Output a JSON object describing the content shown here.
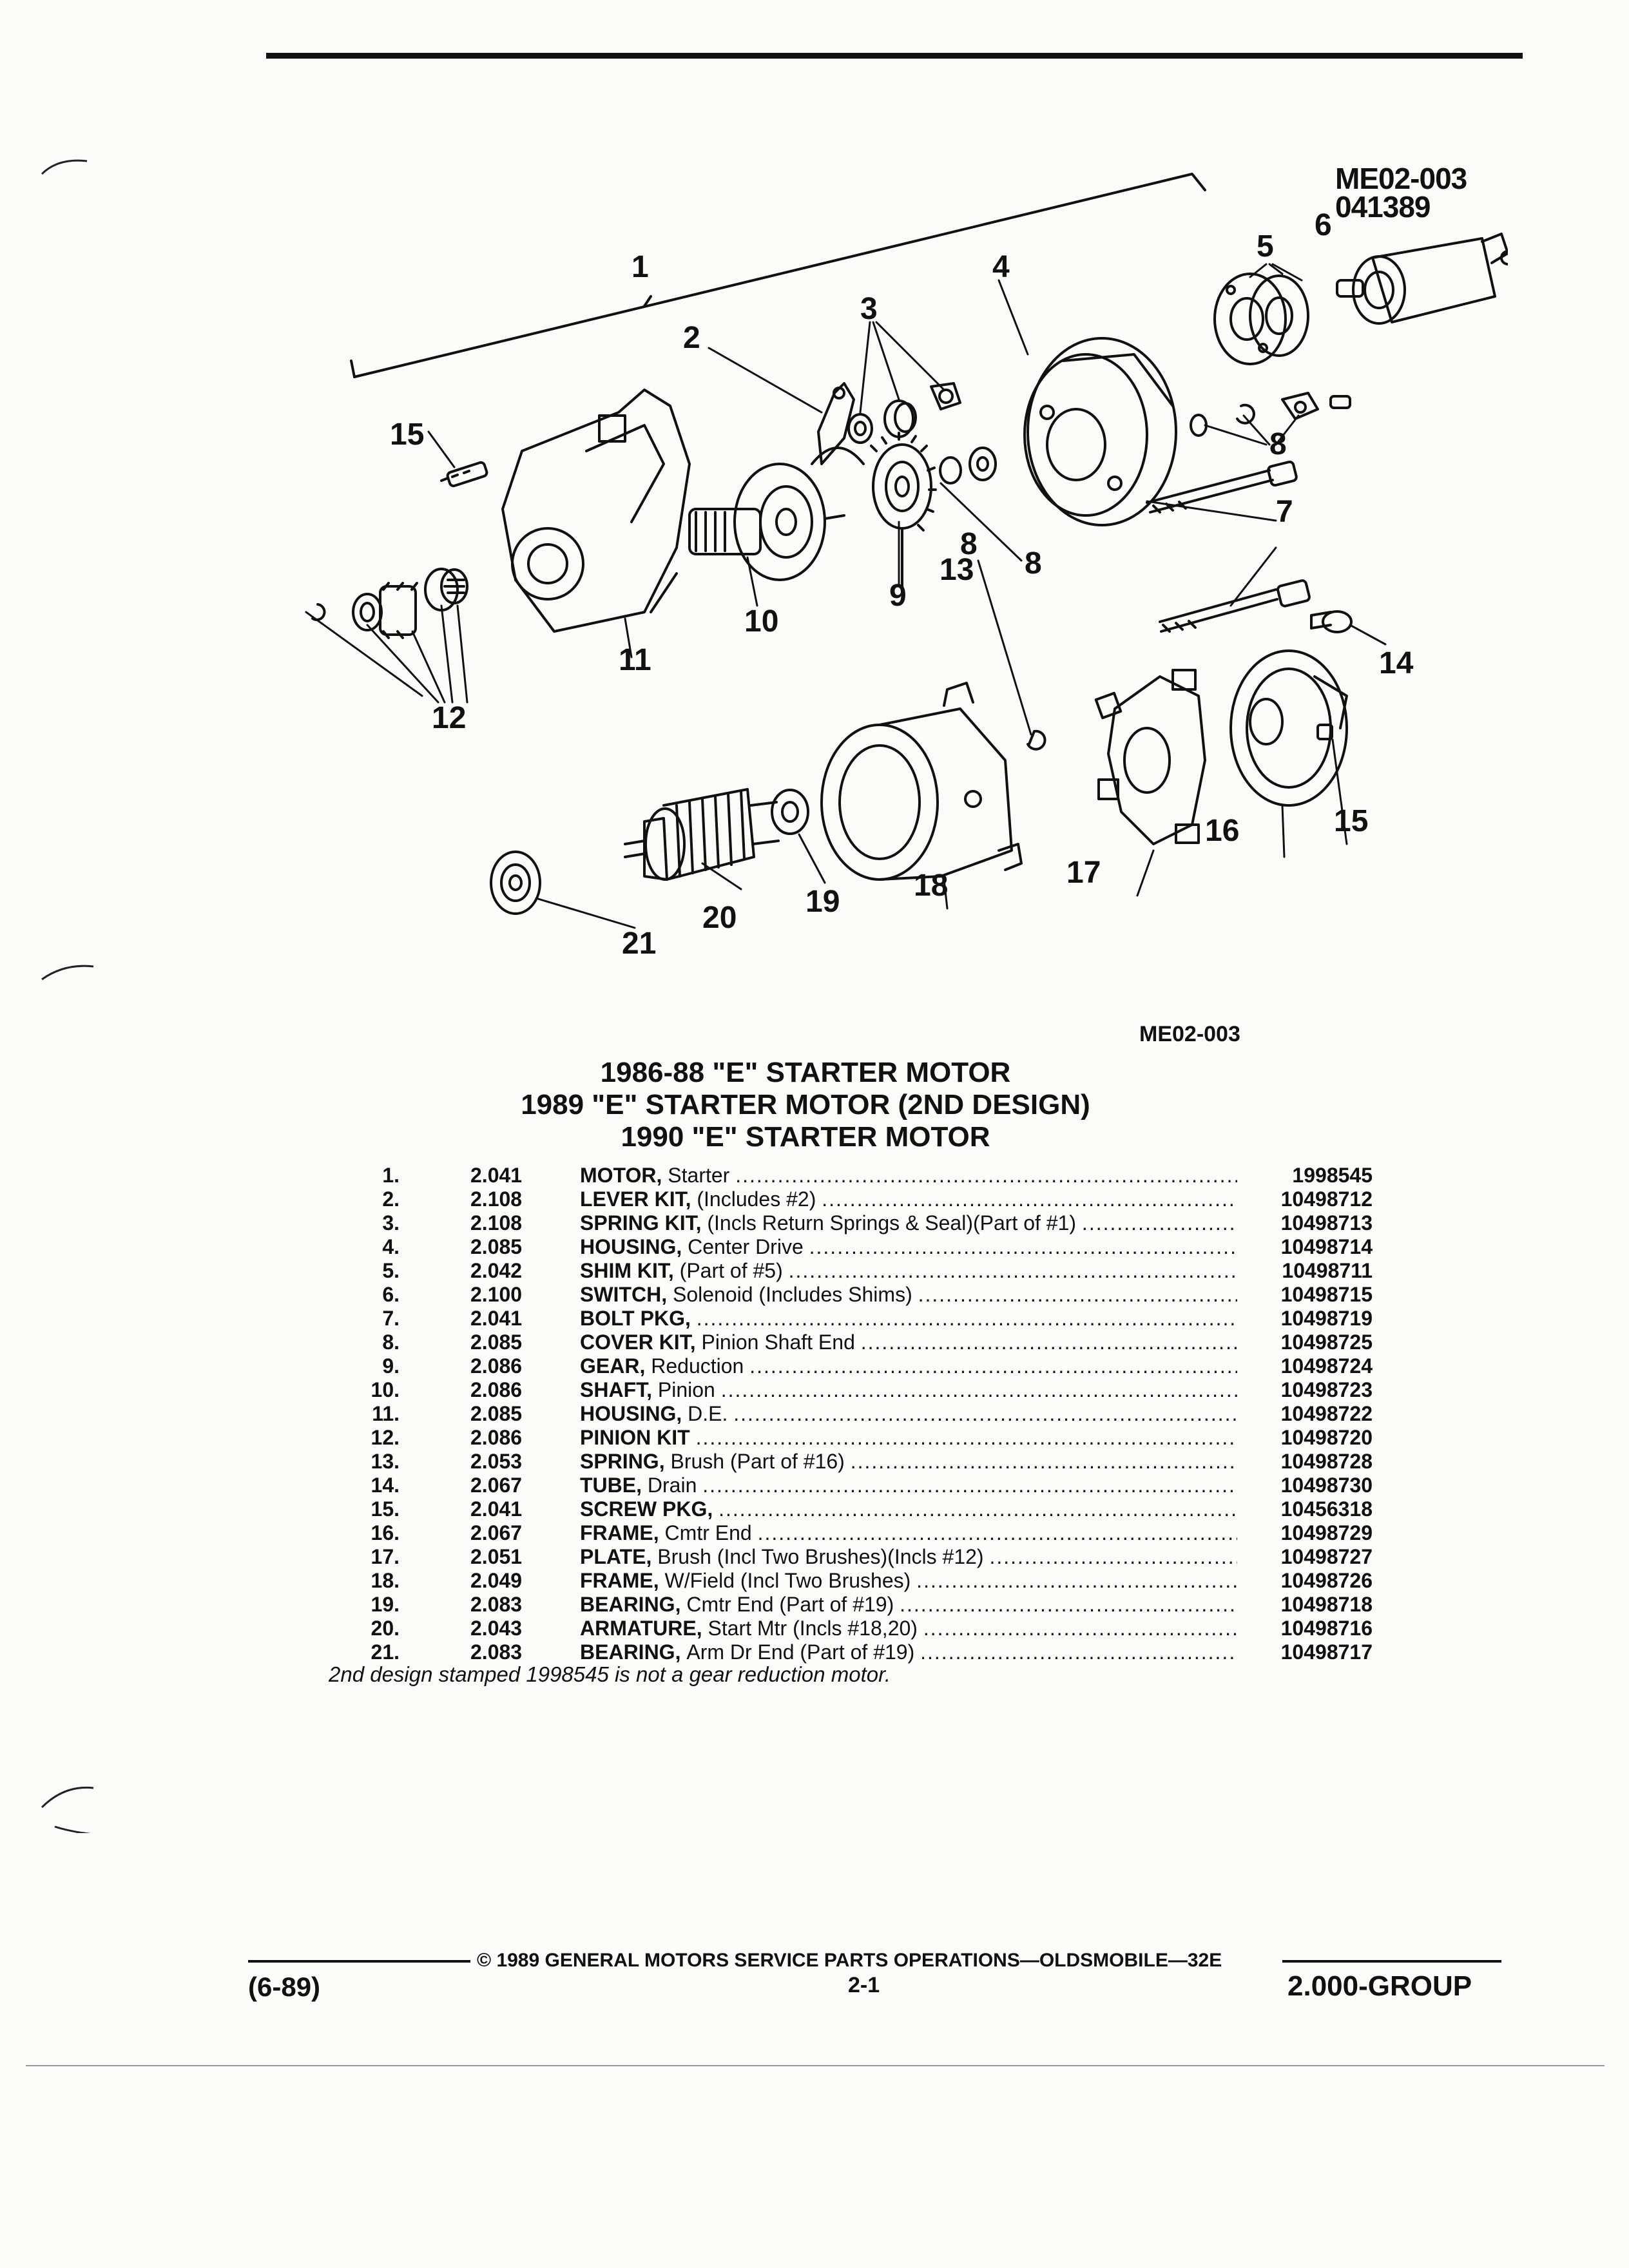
{
  "header": {
    "ref_code": "ME02-003",
    "ref_date": "041389"
  },
  "diagram": {
    "callouts": [
      "1",
      "2",
      "3",
      "4",
      "5",
      "6",
      "7",
      "8",
      "8",
      "8",
      "9",
      "10",
      "11",
      "12",
      "13",
      "14",
      "15",
      "15",
      "16",
      "17",
      "18",
      "19",
      "20",
      "21"
    ],
    "caption": "ME02-003"
  },
  "titles": [
    "1986-88 \"E\" STARTER MOTOR",
    "1989 \"E\" STARTER MOTOR (2ND DESIGN)",
    "1990 \"E\" STARTER MOTOR"
  ],
  "parts": [
    {
      "num": "1.",
      "group": "2.041",
      "label": "MOTOR,",
      "detail": "Starter",
      "part": "1998545"
    },
    {
      "num": "2.",
      "group": "2.108",
      "label": "LEVER KIT,",
      "detail": "(Includes #2)",
      "part": "10498712"
    },
    {
      "num": "3.",
      "group": "2.108",
      "label": "SPRING KIT,",
      "detail": "(Incls Return Springs & Seal)(Part of #1)",
      "part": "10498713"
    },
    {
      "num": "4.",
      "group": "2.085",
      "label": "HOUSING,",
      "detail": "Center Drive",
      "part": "10498714"
    },
    {
      "num": "5.",
      "group": "2.042",
      "label": "SHIM KIT,",
      "detail": "(Part of #5)",
      "part": "10498711"
    },
    {
      "num": "6.",
      "group": "2.100",
      "label": "SWITCH,",
      "detail": "Solenoid (Includes Shims)",
      "part": "10498715"
    },
    {
      "num": "7.",
      "group": "2.041",
      "label": "BOLT PKG,",
      "detail": "",
      "part": "10498719"
    },
    {
      "num": "8.",
      "group": "2.085",
      "label": "COVER KIT,",
      "detail": "Pinion Shaft End",
      "part": "10498725"
    },
    {
      "num": "9.",
      "group": "2.086",
      "label": "GEAR,",
      "detail": "Reduction",
      "part": "10498724"
    },
    {
      "num": "10.",
      "group": "2.086",
      "label": "SHAFT,",
      "detail": "Pinion",
      "part": "10498723"
    },
    {
      "num": "11.",
      "group": "2.085",
      "label": "HOUSING,",
      "detail": "D.E.",
      "part": "10498722"
    },
    {
      "num": "12.",
      "group": "2.086",
      "label": "PINION KIT",
      "detail": "",
      "part": "10498720"
    },
    {
      "num": "13.",
      "group": "2.053",
      "label": "SPRING,",
      "detail": "Brush (Part of #16)",
      "part": "10498728"
    },
    {
      "num": "14.",
      "group": "2.067",
      "label": "TUBE,",
      "detail": "Drain",
      "part": "10498730"
    },
    {
      "num": "15.",
      "group": "2.041",
      "label": "SCREW PKG,",
      "detail": "",
      "part": "10456318"
    },
    {
      "num": "16.",
      "group": "2.067",
      "label": "FRAME,",
      "detail": "Cmtr End",
      "part": "10498729"
    },
    {
      "num": "17.",
      "group": "2.051",
      "label": "PLATE,",
      "detail": "Brush (Incl Two Brushes)(Incls #12)",
      "part": "10498727"
    },
    {
      "num": "18.",
      "group": "2.049",
      "label": "FRAME,",
      "detail": "W/Field (Incl Two Brushes)",
      "part": "10498726"
    },
    {
      "num": "19.",
      "group": "2.083",
      "label": "BEARING,",
      "detail": "Cmtr End (Part of #19)",
      "part": "10498718"
    },
    {
      "num": "20.",
      "group": "2.043",
      "label": "ARMATURE,",
      "detail": "Start Mtr (Incls #18,20)",
      "part": "10498716"
    },
    {
      "num": "21.",
      "group": "2.083",
      "label": "BEARING,",
      "detail": "Arm Dr End (Part of #19)",
      "part": "10498717"
    }
  ],
  "note": "2nd design stamped 1998545 is not a gear reduction motor.",
  "footer": {
    "date": "(6-89)",
    "copyright": "© 1989 GENERAL MOTORS SERVICE PARTS OPERATIONS—OLDSMOBILE—32E",
    "page": "2-1",
    "group": "2.000-GROUP"
  }
}
